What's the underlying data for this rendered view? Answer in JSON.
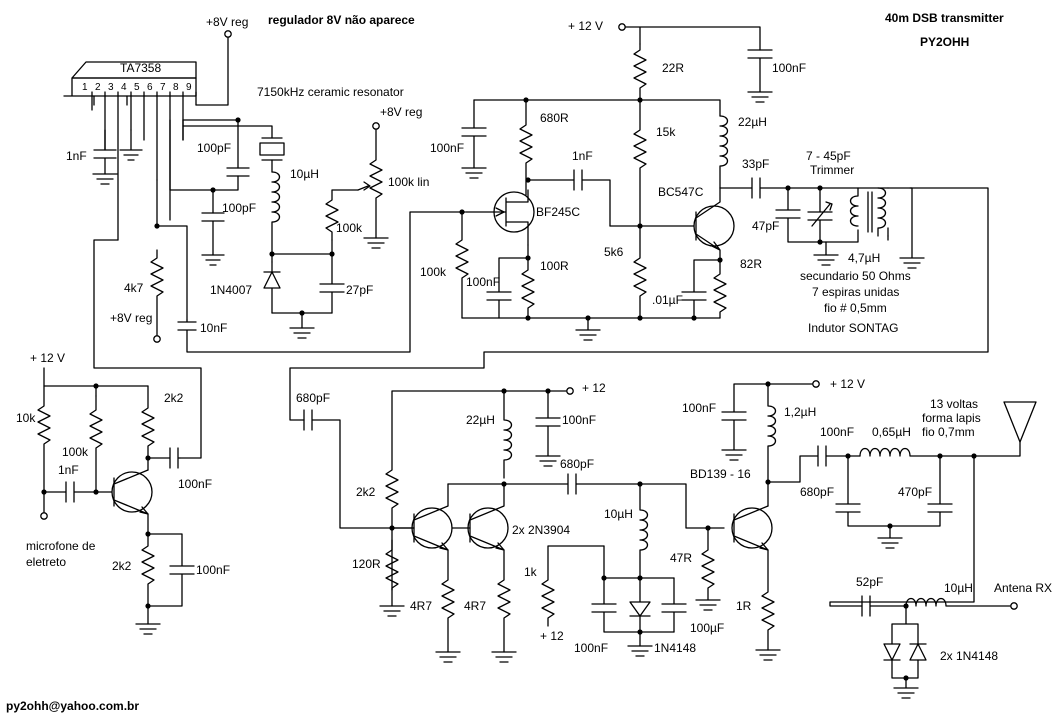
{
  "header": {
    "title": "40m DSB transmitter",
    "callsign": "PY2OHH",
    "regulator_note": "regulador 8V não aparece"
  },
  "footer": {
    "email": "py2ohh@yahoo.com.br"
  },
  "components": {
    "ic": "TA7358",
    "ic_pins": [
      "1",
      "2",
      "3",
      "4",
      "5",
      "6",
      "7",
      "8",
      "9"
    ],
    "reg8_top": "+8V reg",
    "reg8_pot": "+8V reg",
    "reg8_left": "+8V reg",
    "resonator": "7150kHz  ceramic resonator",
    "c_1nF_pin2": "1nF",
    "c_100pF_a": "100pF",
    "c_100pF_b": "100pF",
    "l_10uH_osc": "10µH",
    "d_1n4007": "1N4007",
    "r_100k_var": "100k",
    "c_27pF": "27pF",
    "pot_100k": "100k lin",
    "r_4k7": "4k7",
    "c_10nF": "10nF",
    "vcc_12_top": "+ 12 V",
    "r_22R": "22R",
    "c_100nF_top": "100nF",
    "r_680R": "680R",
    "c_100nF_680": "100nF",
    "c_1nF_coupling": "1nF",
    "r_15k": "15k",
    "l_22uH": "22µH",
    "c_33pF": "33pF",
    "trimmer_range": "7 - 45pF",
    "trimmer_label": "Trimmer",
    "q_bc547c": "BC547C",
    "q_bf245c": "BF245C",
    "c_47pF": "47pF",
    "l_4_7uH": "4,7µH",
    "r_100k_gate": "100k",
    "c_100nF_src": "100nF",
    "r_100R": "100R",
    "r_5k6": "5k6",
    "r_82R": "82R",
    "c_01uF": ".01µF",
    "transformer_note": [
      "secundario 50 Ohms",
      "7 espiras unidas",
      "fio # 0,5mm"
    ],
    "inductor_brand": "Indutor SONTAG",
    "vcc_12_mic": "+ 12 V",
    "r_10k": "10k",
    "r_100k_mic": "100k",
    "r_2k2_mic_top": "2k2",
    "c_1nF_mic": "1nF",
    "c_100nF_mic_out": "100nF",
    "mic_label": [
      "microfone de",
      "eletreto"
    ],
    "r_2k2_mic_bot": "2k2",
    "c_100nF_mic_emit": "100nF",
    "c_680pF_in": "680pF",
    "vcc_12_drv": "+ 12",
    "l_22uH_drv": "22µH",
    "c_100nF_drv": "100nF",
    "c_680pF_mid": "680pF",
    "r_2k2_bias": "2k2",
    "q_2n3904": "2x 2N3904",
    "r_120R": "120R",
    "r_4R7_a": "4R7",
    "r_4R7_b": "4R7",
    "l_10uH_bias": "10µH",
    "r_1k": "1k",
    "vcc_12_bias": "+ 12",
    "r_47R": "47R",
    "c_100uF": "100µF",
    "c_100nF_bias": "100nF",
    "d_1n4148": "1N4148",
    "vcc_12_pa": "+ 12 V",
    "c_100nF_pa": "100nF",
    "l_1_2uH": "1,2µH",
    "q_bd139": "BD139 - 16",
    "r_1R": "1R",
    "c_100nF_out": "100nF",
    "l_0_65uH": "0,65µH",
    "coil_note": [
      "13 voltas",
      "forma lapis",
      "fio 0,7mm"
    ],
    "c_680pF_out": "680pF",
    "c_470pF": "470pF",
    "c_52pF": "52pF",
    "l_10uH_rx": "10µH",
    "antena_rx": "Antena RX",
    "d_2x_1n4148": "2x 1N4148"
  }
}
